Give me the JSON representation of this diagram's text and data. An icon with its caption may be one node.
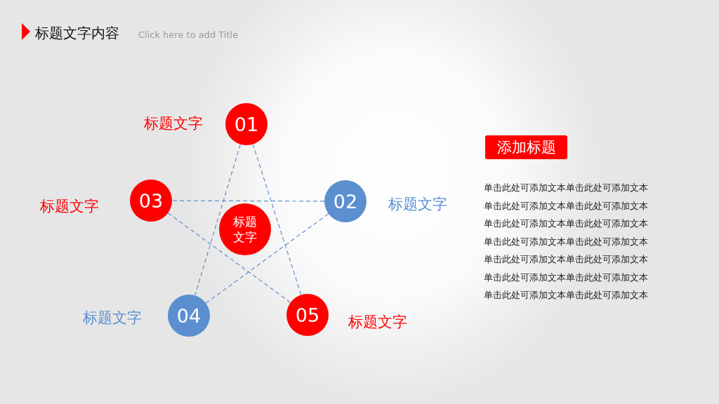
{
  "diagram": {
    "title": "标题文字内容",
    "nodes": [
      {
        "text": [
          "01"
        ],
        "beside": [
          "标题文字"
        ]
      },
      {
        "text": [
          "03"
        ],
        "beside": [
          "标题文字"
        ]
      },
      {
        "text": [
          "02"
        ],
        "beside": [
          "标题文字"
        ]
      },
      {
        "text": [
          "标题文字"
        ]
      },
      {
        "text": [
          "04"
        ],
        "beside": [
          "标题文字"
        ]
      },
      {
        "text": [
          "05"
        ],
        "beside": [
          "标题文字"
        ]
      },
      {
        "text": [
          "添加标题"
        ]
      }
    ],
    "edges": [
      {
        "from": 0,
        "to": 4,
        "arrow": "none",
        "style": "dashed"
      },
      {
        "from": 4,
        "to": 2,
        "arrow": "none",
        "style": "dashed"
      },
      {
        "from": 2,
        "to": 1,
        "arrow": "none",
        "style": "dashed"
      },
      {
        "from": 1,
        "to": 5,
        "arrow": "none",
        "style": "dashed"
      },
      {
        "from": 5,
        "to": 0,
        "arrow": "none",
        "style": "dashed"
      }
    ],
    "labels": [
      "Click here to add Title",
      "单击此处可添加文本单击此处可添加文本",
      "单击此处可添加文本单击此处可添加文本",
      "单击此处可添加文本单击此处可添加文本",
      "单击此处可添加文本单击此处可添加文本",
      "单击此处可添加文本单击此处可添加文本",
      "单击此处可添加文本单击此处可添加文本",
      "单击此处可添加文本单击此处可添加文本"
    ]
  }
}
